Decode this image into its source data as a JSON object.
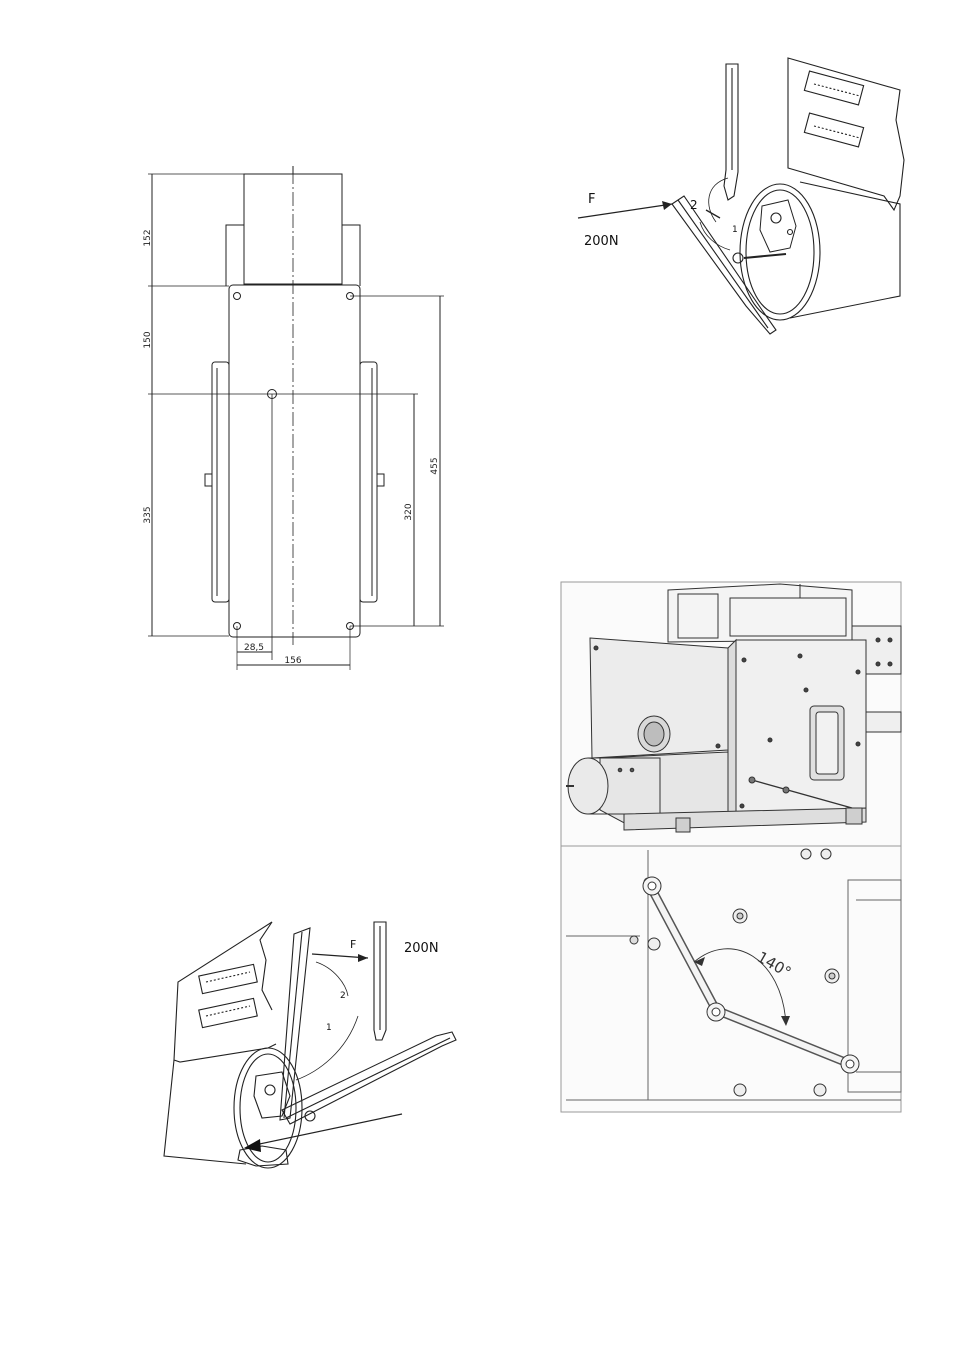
{
  "fig_top_view": {
    "dims": {
      "d152": "152",
      "d150": "150",
      "d335": "335",
      "d455": "455",
      "d320": "320",
      "d28": "28,5",
      "d156": "156"
    }
  },
  "fig_lever_top": {
    "force_label": "F",
    "force_value": "200N",
    "step1": "1",
    "step2": "2"
  },
  "fig_lever_bottom": {
    "force_label": "F",
    "force_value": "200N",
    "step1": "1",
    "step2": "2"
  },
  "fig_assembly": {
    "angle_label": "140°"
  }
}
